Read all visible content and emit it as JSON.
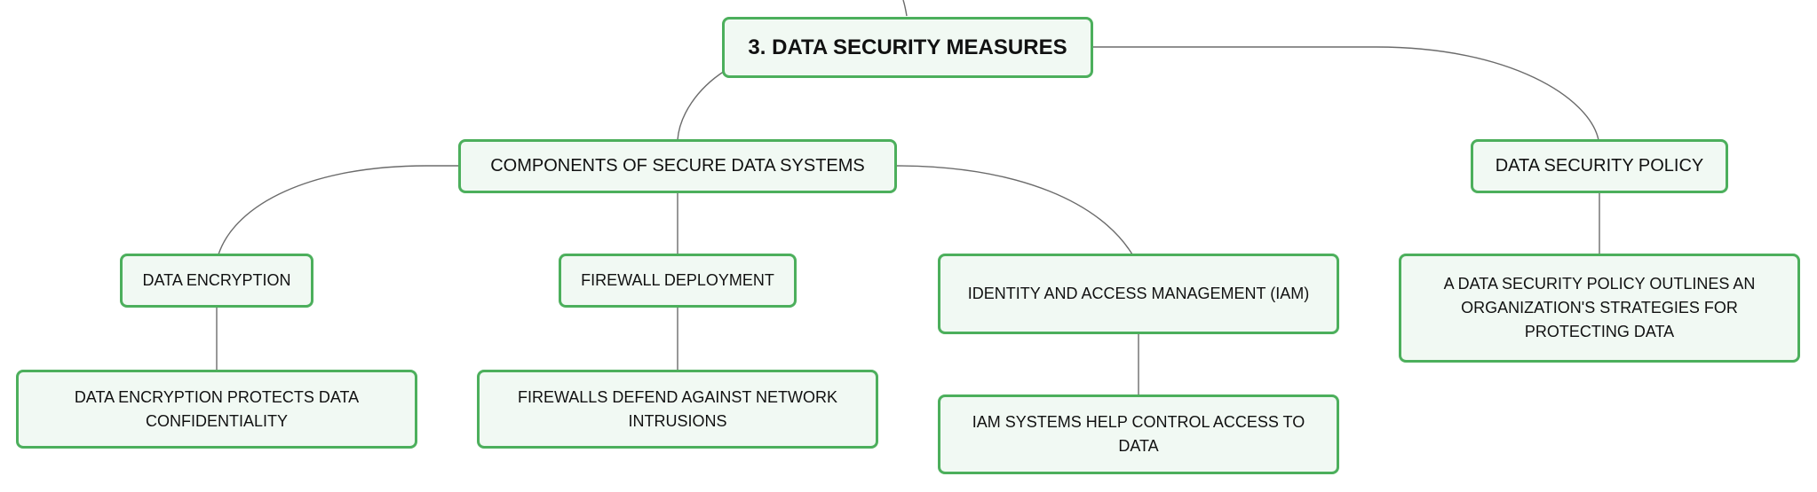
{
  "root": {
    "label": "3. DATA SECURITY MEASURES"
  },
  "components": {
    "label": "COMPONENTS OF SECURE DATA SYSTEMS",
    "encryption": {
      "label": "DATA ENCRYPTION",
      "detail": "DATA ENCRYPTION PROTECTS DATA CONFIDENTIALITY"
    },
    "firewall": {
      "label": "FIREWALL DEPLOYMENT",
      "detail": "FIREWALLS DEFEND AGAINST NETWORK INTRUSIONS"
    },
    "iam": {
      "label": "IDENTITY AND ACCESS MANAGEMENT (IAM)",
      "detail": "IAM SYSTEMS HELP CONTROL ACCESS TO DATA"
    }
  },
  "policy": {
    "label": "DATA SECURITY POLICY",
    "detail": "A DATA SECURITY POLICY OUTLINES AN ORGANIZATION'S STRATEGIES FOR PROTECTING DATA"
  },
  "colors": {
    "node_border": "#4caf5c",
    "node_fill": "#f1f9f3",
    "connector": "#6b6b6b"
  }
}
